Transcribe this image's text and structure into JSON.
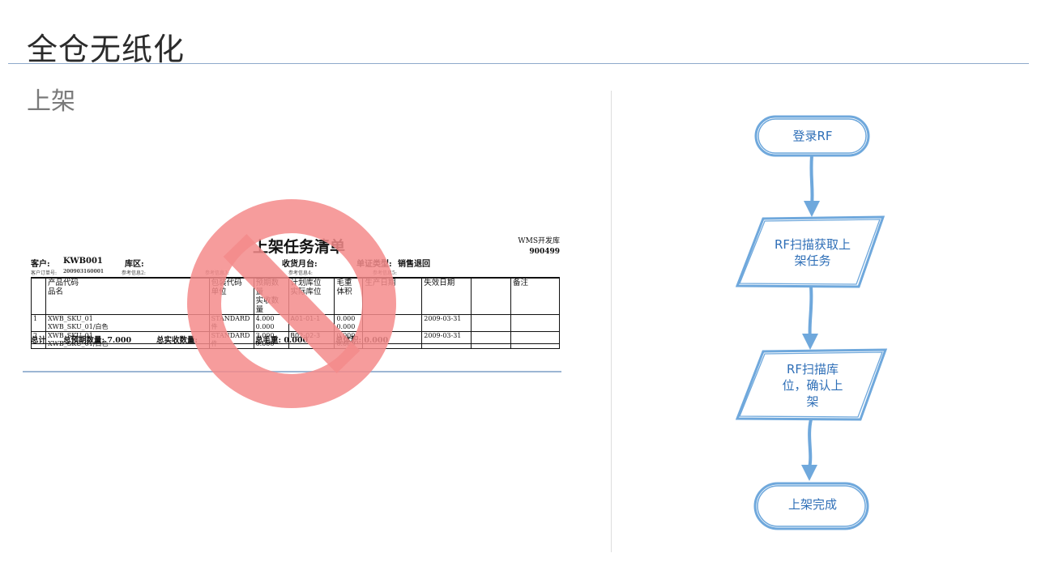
{
  "page": {
    "title": "全仓无纸化",
    "subtitle": "上架"
  },
  "document": {
    "title": "上架任务清单",
    "warehouse": "WMS开发库",
    "code": "900499",
    "customer_label": "客户:",
    "customer_value": "KWB001",
    "zone_label": "库区:",
    "dock_label": "收货月台:",
    "doc_type_label": "单证类型:",
    "doc_type_value": "销售退回",
    "order_label": "客户订单号:",
    "order_value": "200903160001",
    "ref2_label": "参考信息2:",
    "ref3_label": "参考信息3:",
    "ref4_label": "参考信息4:",
    "ref5_label": "参考信息5:",
    "columns": {
      "c1a": "产品代码",
      "c1b": "品名",
      "c2a": "包装代码",
      "c2b": "单位",
      "c3a": "预期数量",
      "c3b": "实收数量",
      "c4a": "计划库位",
      "c4b": "实际库位",
      "c5a": "毛重",
      "c5b": "体积",
      "c6": "生产日期",
      "c7": "失效日期",
      "c8": "",
      "c9": "备注"
    },
    "rows": [
      {
        "no": "1",
        "code": "XWB_SKU_01",
        "name": "XWB_SKU_01/白色",
        "pack": "STANDARD",
        "unit": "件",
        "qty": "4.000",
        "recv": "0.000",
        "loc": "A01-01-1",
        "weight": "0.000",
        "volume": "0.000",
        "expiry": "2009-03-31"
      },
      {
        "no": "2",
        "code": "XWB_SKU_01",
        "name": "XWB_SKU_01/白色",
        "pack": "STANDARD",
        "unit": "件",
        "qty": "3.000",
        "recv": "0.000",
        "loc": "B02-02-3",
        "weight": "0.000",
        "volume": "0.000",
        "expiry": "2009-03-31"
      }
    ],
    "totals": {
      "label": "总计",
      "expected": "总预期数量: 7.000",
      "received": "总实收数量:",
      "weight": "总毛重:  0.000",
      "volume": "总体积: 0.000"
    }
  },
  "flowchart": {
    "nodes": [
      {
        "id": "login",
        "shape": "terminator",
        "text": "登录RF"
      },
      {
        "id": "scan-task",
        "shape": "data",
        "text": "RF扫描获取上架任务"
      },
      {
        "id": "scan-location",
        "shape": "data",
        "text": "RF扫描库位，确认上架"
      },
      {
        "id": "done",
        "shape": "terminator",
        "text": "上架完成"
      }
    ],
    "edges": [
      [
        "login",
        "scan-task"
      ],
      [
        "scan-task",
        "scan-location"
      ],
      [
        "scan-location",
        "done"
      ]
    ],
    "color": "#6fa8dc",
    "text_color": "#2f6fb7"
  },
  "overlay": {
    "icon": "prohibition-icon",
    "color": "#f48b8b"
  }
}
